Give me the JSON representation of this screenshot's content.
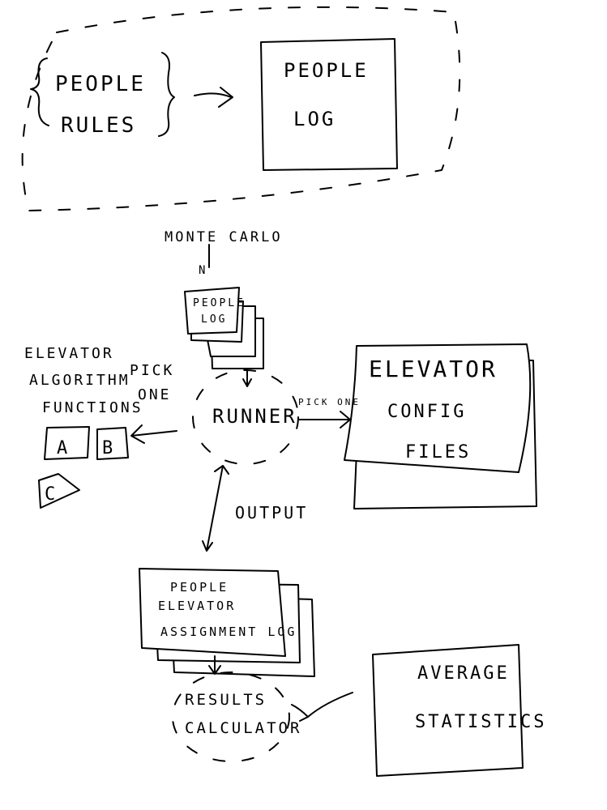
{
  "top": {
    "people_rules": [
      "PEOPLE",
      "RULES"
    ],
    "people_log": [
      "PEOPLE",
      "LOG"
    ]
  },
  "monte_carlo": {
    "label": "MONTE CARLO",
    "n": "N"
  },
  "people_log_stack": [
    "PEOPLE",
    "LOG"
  ],
  "algorithms": {
    "title": [
      "ELEVATOR",
      "ALGORITHM",
      "FUNCTIONS"
    ],
    "pick_label": [
      "PICK",
      "ONE"
    ],
    "items": [
      "A",
      "B",
      "C"
    ]
  },
  "runner": {
    "label": "RUNNER"
  },
  "config": {
    "pick_label": "PICK ONE",
    "title": [
      "ELEVATOR",
      "CONFIG",
      "FILES"
    ]
  },
  "output_label": "OUTPUT",
  "assignment_log": [
    "PEOPLE",
    "ELEVATOR",
    "ASSIGNMENT LOG"
  ],
  "results": [
    "RESULTS",
    "CALCULATOR"
  ],
  "statistics": [
    "AVERAGE",
    "STATISTICS"
  ]
}
